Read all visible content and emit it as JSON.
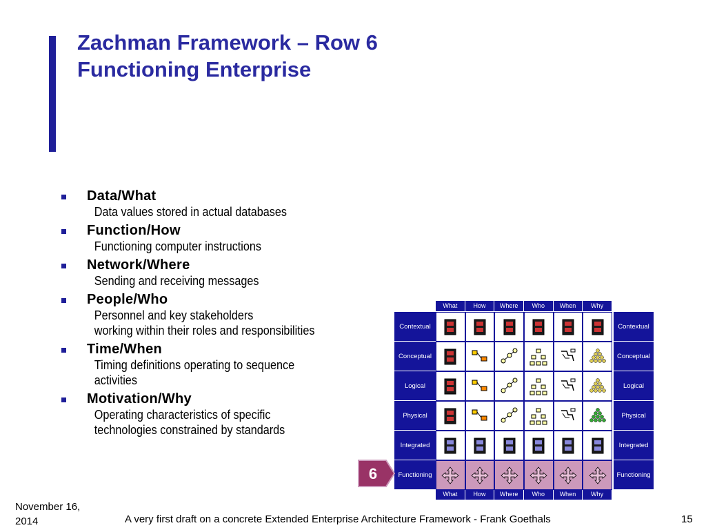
{
  "title": {
    "line1": "Zachman Framework – Row 6",
    "line2": "Functioning Enterprise"
  },
  "bullets": [
    {
      "head": "Data/What",
      "lines": [
        "Data values stored in actual databases"
      ]
    },
    {
      "head": "Function/How",
      "lines": [
        "Functioning computer instructions"
      ]
    },
    {
      "head": "Network/Where",
      "lines": [
        "Sending and receiving messages"
      ]
    },
    {
      "head": "People/Who",
      "lines": [
        "Personnel and key stakeholders",
        "working within their roles and responsibilities"
      ]
    },
    {
      "head": "Time/When",
      "lines": [
        "Timing definitions operating to sequence",
        "activities"
      ]
    },
    {
      "head": "Motivation/Why",
      "lines": [
        "Operating characteristics of specific",
        "technologies constrained by standards"
      ]
    }
  ],
  "framework": {
    "columns": [
      "What",
      "How",
      "Where",
      "Who",
      "When",
      "Why"
    ],
    "rows": [
      "Contextual",
      "Conceptual",
      "Logical",
      "Physical",
      "Integrated",
      "Functioning"
    ],
    "highlighted_row_badge": "6",
    "colors": {
      "frame": "#14149a",
      "highlight": "#cc99bb",
      "badge": "#993366"
    },
    "icons": [
      "list-icon",
      "process-icon",
      "network-icon",
      "org-icon",
      "schedule-icon",
      "goal-icon",
      "arrows-icon"
    ]
  },
  "footer": {
    "date_line1": "November 16,",
    "date_line2": "2014",
    "text": "A very first draft on a concrete Extended Enterprise Architecture Framework - Frank Goethals",
    "page": "15"
  }
}
